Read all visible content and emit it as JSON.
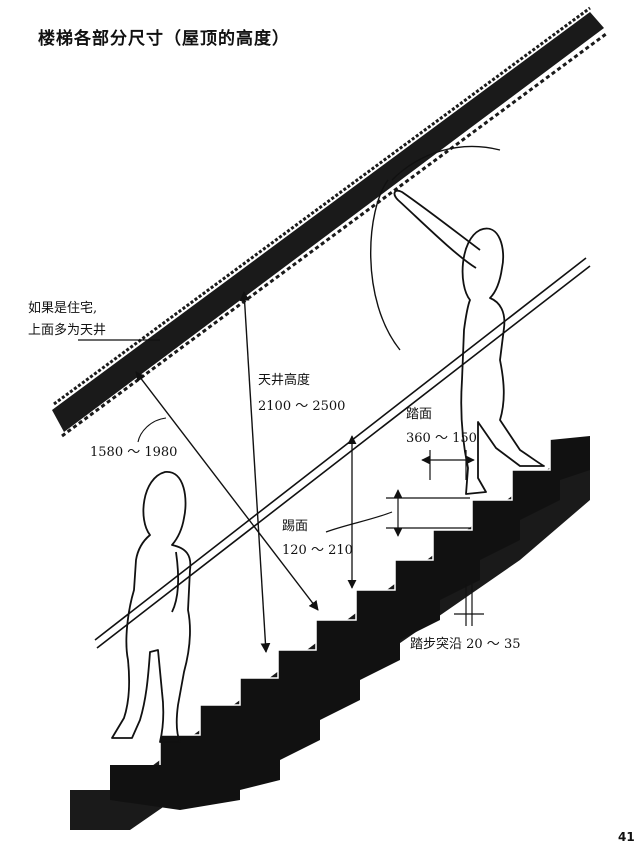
{
  "title": "楼梯各部分尺寸（屋顶的高度）",
  "labels": {
    "residence_note_line1": "如果是住宅,",
    "residence_note_line2": "上面多为天井",
    "clear_height": "1580 ～ 1980",
    "ceiling_height_name": "天井高度",
    "ceiling_height_value": "2100 ～ 2500",
    "tread_name": "踏面",
    "tread_value": "360 ～ 150",
    "riser_name": "踢面",
    "riser_value": "120 ～ 210",
    "nosing": "踏步突沿 20 ～ 35"
  },
  "page_number": "41",
  "colors": {
    "ink": "#111111",
    "paper": "#ffffff"
  }
}
